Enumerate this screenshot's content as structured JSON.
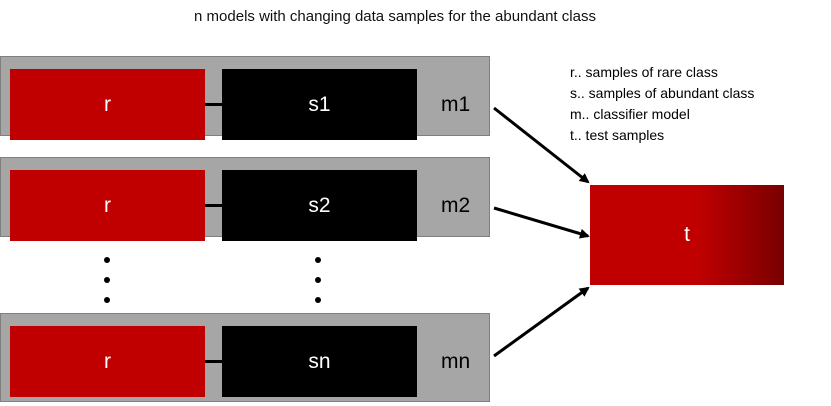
{
  "title": "n models with changing data samples for the abundant class",
  "rows": [
    {
      "rare": "r",
      "abundant": "s1",
      "model": "m1"
    },
    {
      "rare": "r",
      "abundant": "s2",
      "model": "m2"
    },
    {
      "rare": "r",
      "abundant": "sn",
      "model": "mn"
    }
  ],
  "test": "t",
  "legend": [
    "r.. samples of rare class",
    "s.. samples of abundant class",
    "m.. classifier model",
    "t.. test samples"
  ],
  "colors": {
    "rare": "#c00000",
    "abundant": "#000000",
    "row_background": "#a6a6a6",
    "test_gradient_start": "#c00000",
    "test_gradient_end": "#780000"
  }
}
